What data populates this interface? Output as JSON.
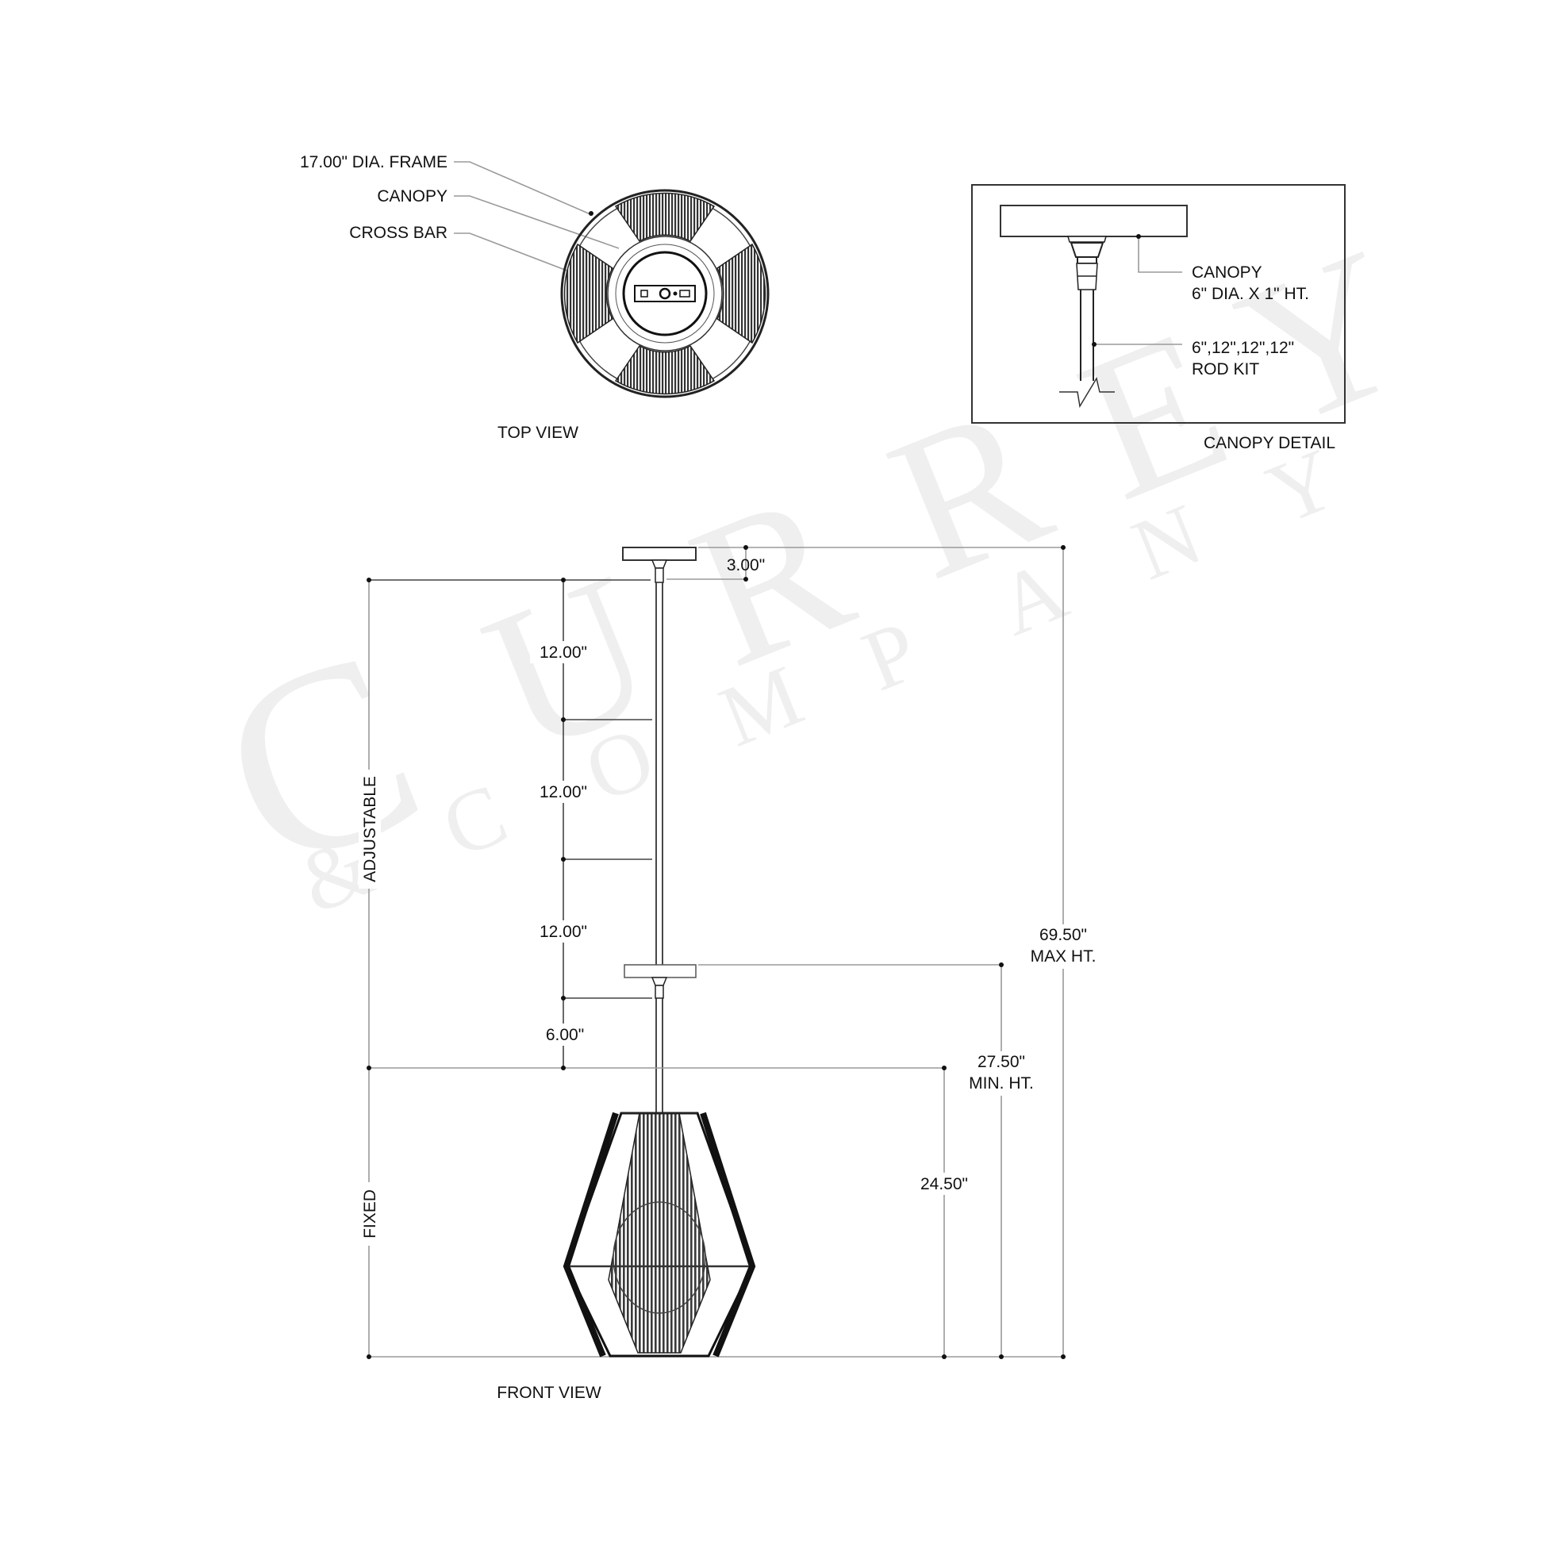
{
  "watermark": {
    "main_letters": [
      "C",
      "U",
      "R",
      "R",
      "E",
      "Y"
    ],
    "sub_letters": [
      "&",
      "C",
      "O",
      "M",
      "P",
      "A",
      "N",
      "Y"
    ]
  },
  "top_view": {
    "title": "TOP VIEW",
    "callouts": [
      {
        "label": "17.00\" DIA. FRAME"
      },
      {
        "label": "CANOPY"
      },
      {
        "label": "CROSS BAR"
      }
    ]
  },
  "canopy_detail": {
    "title": "CANOPY DETAIL",
    "canopy_label_line1": "CANOPY",
    "canopy_label_line2": "6\" DIA. X 1\" HT.",
    "rod_label_line1": "6\",12\",12\",12\"",
    "rod_label_line2": "ROD KIT"
  },
  "front_view": {
    "title": "FRONT VIEW",
    "dimensions": {
      "canopy_height": "3.00\"",
      "rod_1": "12.00\"",
      "rod_2": "12.00\"",
      "rod_3": "12.00\"",
      "rod_4": "6.00\"",
      "max_height_value": "69.50\"",
      "max_height_label": "MAX HT.",
      "min_height_value": "27.50\"",
      "min_height_label": "MIN. HT.",
      "fixture_height": "24.50\""
    },
    "side_labels": {
      "adjustable": "ADJUSTABLE",
      "fixed": "FIXED"
    }
  }
}
